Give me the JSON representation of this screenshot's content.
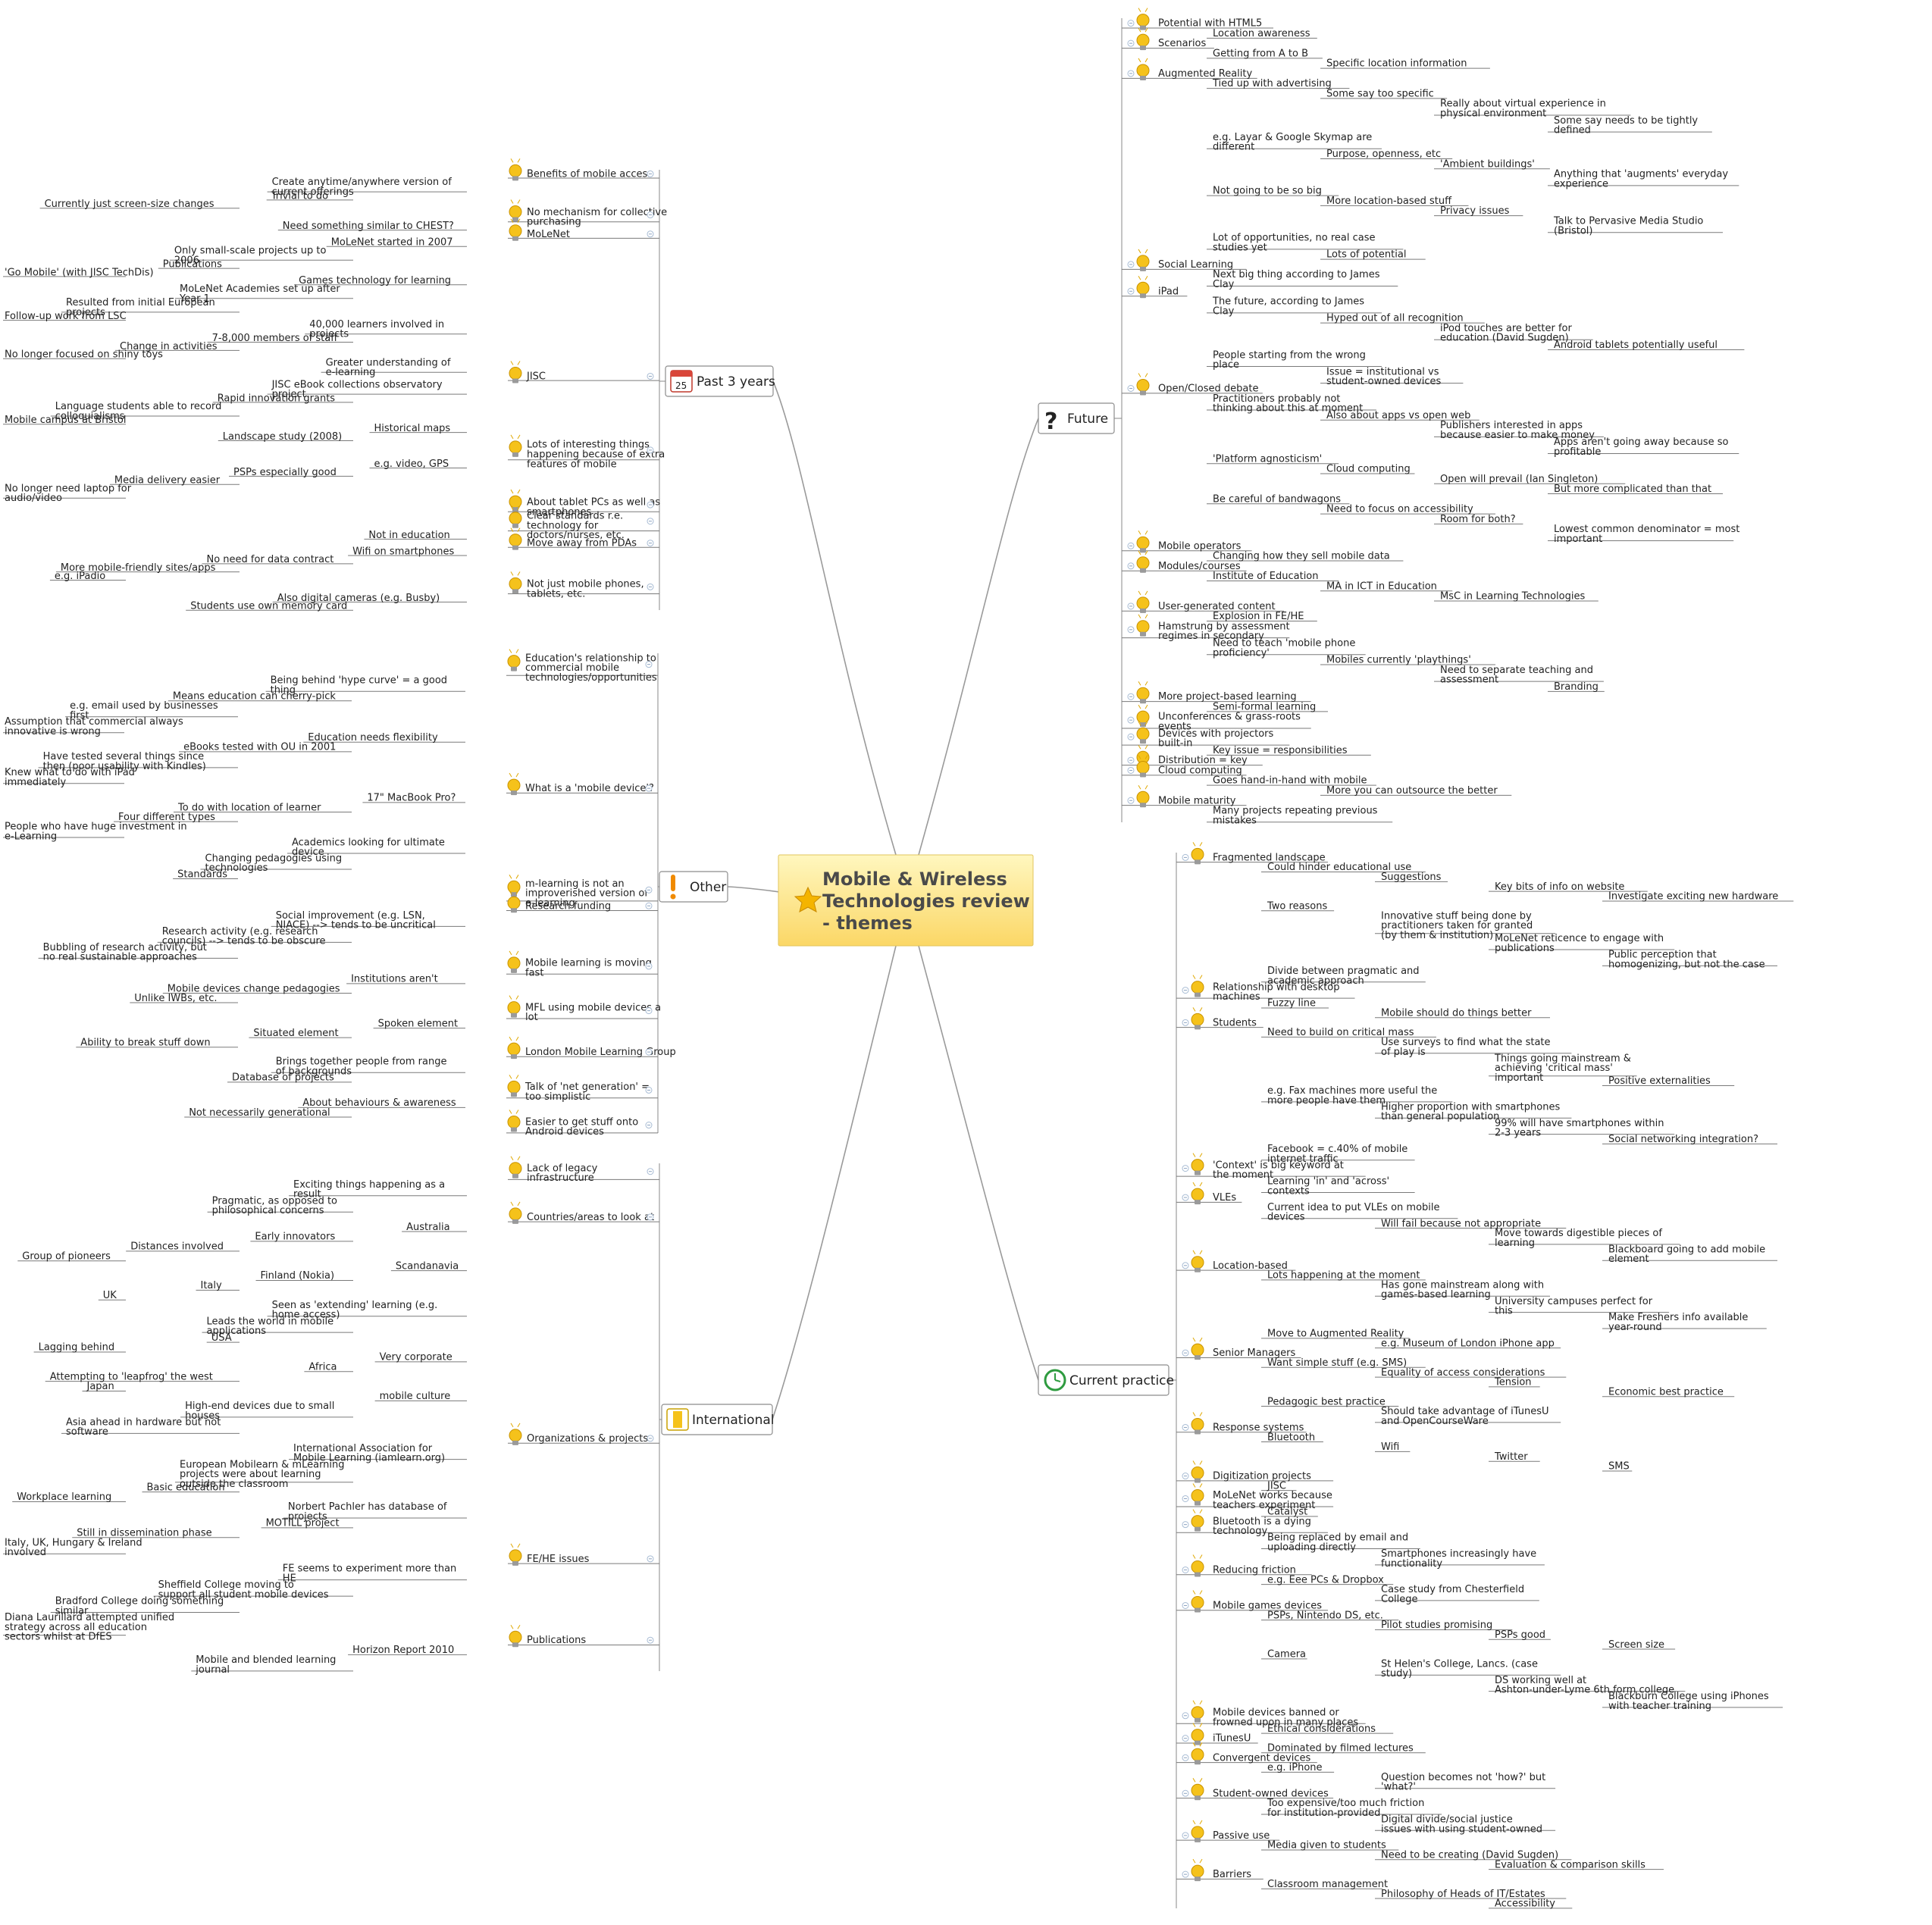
{
  "central": {
    "title_lines": [
      "Mobile & Wireless",
      "Technologies review",
      "- themes"
    ],
    "icon": "star-icon"
  },
  "colors": {
    "central_fill_top": "#fff6b8",
    "central_fill_bottom": "#fbd96a",
    "bulb": "#f5c21b",
    "line": "#9a9a9a"
  },
  "topics": [
    {
      "id": "past",
      "label": "Past 3 years",
      "icon": "calendar-icon"
    },
    {
      "id": "other",
      "label": "Other",
      "icon": "exclamation-icon"
    },
    {
      "id": "international",
      "label": "International",
      "icon": "flag-icon"
    },
    {
      "id": "future",
      "label": "Future",
      "icon": "question-icon"
    },
    {
      "id": "current",
      "label": "Current practice",
      "icon": "clock-icon"
    }
  ],
  "nodes": {
    "past": [
      {
        "t": "Benefits of mobile access",
        "b": 1
      },
      {
        "t": "Create anytime/anywhere version of current offerings"
      },
      {
        "t": "Trivial to do"
      },
      {
        "t": "Currently just screen-size changes"
      },
      {
        "t": "No mechanism for collective purchasing",
        "b": 1
      },
      {
        "t": "Need something similar to CHEST?"
      },
      {
        "t": "MoLeNet",
        "b": 1
      },
      {
        "t": "MoLeNet started in 2007"
      },
      {
        "t": "Only small-scale projects up to 2006"
      },
      {
        "t": "Publications"
      },
      {
        "t": "'Go Mobile' (with JISC TechDis)"
      },
      {
        "t": "Games technology for learning"
      },
      {
        "t": "MoLeNet Academies set up after Year 1"
      },
      {
        "t": "Resulted from initial European projects"
      },
      {
        "t": "Follow-up work from LSC"
      },
      {
        "t": "40,000 learners involved in projects"
      },
      {
        "t": "7-8,000 members of staff"
      },
      {
        "t": "Change in activities"
      },
      {
        "t": "No longer focused on shiny toys"
      },
      {
        "t": "Greater understanding of e-learning"
      },
      {
        "t": "JISC",
        "b": 1
      },
      {
        "t": "JISC eBook collections observatory project"
      },
      {
        "t": "Rapid innovation grants"
      },
      {
        "t": "Language students able to record colloquialisms"
      },
      {
        "t": "Mobile campus at Bristol"
      },
      {
        "t": "Historical maps"
      },
      {
        "t": "Landscape study (2008)"
      },
      {
        "t": "Lots of interesting things happening because of extra features of mobile",
        "b": 1
      },
      {
        "t": "e.g. video, GPS"
      },
      {
        "t": "PSPs especially good"
      },
      {
        "t": "Media delivery easier"
      },
      {
        "t": "No longer need laptop for audio/video"
      },
      {
        "t": "About tablet PCs as well as smartphones",
        "b": 1
      },
      {
        "t": "Clear standards r.e. technology for doctors/nurses, etc.",
        "b": 1
      },
      {
        "t": "Not in education"
      },
      {
        "t": "Move away from PDAs",
        "b": 1
      },
      {
        "t": "Wifi on smartphones"
      },
      {
        "t": "No need for data contract"
      },
      {
        "t": "More mobile-friendly sites/apps"
      },
      {
        "t": "e.g. iPadio"
      },
      {
        "t": "Not just mobile phones, tablets, etc.",
        "b": 1
      },
      {
        "t": "Also digital cameras (e.g. Busby)"
      },
      {
        "t": "Students use own memory card"
      }
    ],
    "other": [
      {
        "t": "Education's relationship to commercial mobile technologies/opportunities",
        "b": 1
      },
      {
        "t": "Being behind 'hype curve' = a good thing"
      },
      {
        "t": "Means education can cherry-pick"
      },
      {
        "t": "e.g. email used by businesses first"
      },
      {
        "t": "Assumption that commercial always innovative is wrong"
      },
      {
        "t": "Education needs flexibility"
      },
      {
        "t": "eBooks tested with OU in 2001"
      },
      {
        "t": "Have tested several things since then (poor usability with Kindles)"
      },
      {
        "t": "Knew what to do with iPad immediately"
      },
      {
        "t": "What is a 'mobile device'?",
        "b": 1
      },
      {
        "t": "17\" MacBook Pro?"
      },
      {
        "t": "To do with location of learner"
      },
      {
        "t": "Four different types"
      },
      {
        "t": "People who have huge investment in e-Learning"
      },
      {
        "t": "Academics looking for ultimate device"
      },
      {
        "t": "Changing pedagogies using technologies"
      },
      {
        "t": "Standards"
      },
      {
        "t": "m-learning is not an improverished version of e-learning",
        "b": 1
      },
      {
        "t": "Research funding",
        "b": 1
      },
      {
        "t": "Social improvement (e.g. LSN, NIACE) --> tends to be uncritical"
      },
      {
        "t": "Research activity (e.g. research councils) --> tends to be obscure"
      },
      {
        "t": "Bubbling of research activity, but no real sustainable approaches"
      },
      {
        "t": "Mobile learning is moving fast",
        "b": 1
      },
      {
        "t": "Institutions aren't"
      },
      {
        "t": "Mobile devices change pedagogies"
      },
      {
        "t": "Unlike IWBs, etc."
      },
      {
        "t": "MFL using mobile devices a lot",
        "b": 1
      },
      {
        "t": "Spoken element"
      },
      {
        "t": "Situated element"
      },
      {
        "t": "Ability to break stuff down"
      },
      {
        "t": "London Mobile Learning Group",
        "b": 1
      },
      {
        "t": "Brings together people from range of backgrounds"
      },
      {
        "t": "Database of projects"
      },
      {
        "t": "Talk of 'net generation' = too simplistic",
        "b": 1
      },
      {
        "t": "About behaviours & awareness"
      },
      {
        "t": "Not necessarily generational"
      },
      {
        "t": "Easier to get stuff onto Android devices",
        "b": 1
      }
    ],
    "international": [
      {
        "t": "Lack of legacy infrastructure",
        "b": 1
      },
      {
        "t": "Exciting things happening as a result"
      },
      {
        "t": "Pragmatic, as opposed to philosophical concerns"
      },
      {
        "t": "Countries/areas to look at",
        "b": 1
      },
      {
        "t": "Australia"
      },
      {
        "t": "Early innovators"
      },
      {
        "t": "Distances involved"
      },
      {
        "t": "Group of pioneers"
      },
      {
        "t": "Scandanavia"
      },
      {
        "t": "Finland (Nokia)"
      },
      {
        "t": "Italy"
      },
      {
        "t": "UK"
      },
      {
        "t": "Seen as 'extending' learning (e.g. home access)"
      },
      {
        "t": "Leads the world in mobile applications"
      },
      {
        "t": "USA"
      },
      {
        "t": "Lagging behind"
      },
      {
        "t": "Very corporate"
      },
      {
        "t": "Africa"
      },
      {
        "t": "Attempting to 'leapfrog' the west"
      },
      {
        "t": "Japan"
      },
      {
        "t": "mobile culture"
      },
      {
        "t": "High-end devices due to small houses"
      },
      {
        "t": "Asia ahead in hardware but not software"
      },
      {
        "t": "Organizations & projects",
        "b": 1
      },
      {
        "t": "International Association for Mobile Learning (iamlearn.org)"
      },
      {
        "t": "European Mobilearn & mLearning projects were about learning outside the classroom"
      },
      {
        "t": "Basic education"
      },
      {
        "t": "Workplace learning"
      },
      {
        "t": "Norbert Pachler has database of projects"
      },
      {
        "t": "MOTILL project"
      },
      {
        "t": "Still in dissemination phase"
      },
      {
        "t": "Italy, UK, Hungary & Ireland involved"
      },
      {
        "t": "FE/HE issues",
        "b": 1
      },
      {
        "t": "FE seems to experiment more than HE"
      },
      {
        "t": "Sheffield College moving to support all student mobile devices"
      },
      {
        "t": "Bradford College doing something similar"
      },
      {
        "t": "Diana Laurillard attempted unified strategy across all education sectors whilst at DfES"
      },
      {
        "t": "Publications",
        "b": 1
      },
      {
        "t": "Horizon Report 2010"
      },
      {
        "t": "Mobile and blended learning journal"
      }
    ],
    "future": [
      {
        "t": "Potential with HTML5",
        "b": 1
      },
      {
        "t": "Location awareness"
      },
      {
        "t": "Scenarios",
        "b": 1
      },
      {
        "t": "Getting from A to B"
      },
      {
        "t": "Specific location information"
      },
      {
        "t": "Augmented Reality",
        "b": 1
      },
      {
        "t": "Tied up with advertising"
      },
      {
        "t": "Some say too specific"
      },
      {
        "t": "Really about virtual experience in physical environment"
      },
      {
        "t": "Some say needs to be tightly defined"
      },
      {
        "t": "e.g. Layar & Google Skymap are different"
      },
      {
        "t": "Purpose, openness, etc"
      },
      {
        "t": "'Ambient buildings'"
      },
      {
        "t": "Anything that 'augments' everyday experience"
      },
      {
        "t": "Not going to be so big"
      },
      {
        "t": "More location-based stuff"
      },
      {
        "t": "Privacy issues"
      },
      {
        "t": "Talk to Pervasive Media Studio (Bristol)"
      },
      {
        "t": "Lot of opportunities, no real case studies yet"
      },
      {
        "t": "Lots of potential"
      },
      {
        "t": "Social Learning",
        "b": 1
      },
      {
        "t": "Next big thing according to James Clay"
      },
      {
        "t": "iPad",
        "b": 1
      },
      {
        "t": "The future, according to James Clay"
      },
      {
        "t": "Hyped out of all recognition"
      },
      {
        "t": "iPod touches are better for education (David Sugden)"
      },
      {
        "t": "Android tablets potentially useful"
      },
      {
        "t": "People starting from the wrong place"
      },
      {
        "t": "Issue = institutional vs student-owned devices"
      },
      {
        "t": "Open/Closed debate",
        "b": 1
      },
      {
        "t": "Practitioners probably not thinking about this at moment"
      },
      {
        "t": "Also about apps vs open web"
      },
      {
        "t": "Publishers interested in apps because easier to make money"
      },
      {
        "t": "Apps aren't going away because so profitable"
      },
      {
        "t": "'Platform agnosticism'"
      },
      {
        "t": "Cloud computing"
      },
      {
        "t": "Open will prevail (Ian Singleton)"
      },
      {
        "t": "But more complicated than that"
      },
      {
        "t": "Be careful of bandwagons"
      },
      {
        "t": "Need to focus on accessibility"
      },
      {
        "t": "Room for both?"
      },
      {
        "t": "Lowest common denominator = most important"
      },
      {
        "t": "Mobile operators",
        "b": 1
      },
      {
        "t": "Changing how they sell mobile data"
      },
      {
        "t": "Modules/courses",
        "b": 1
      },
      {
        "t": "Institute of Education"
      },
      {
        "t": "MA in ICT in Education"
      },
      {
        "t": "MsC in Learning Technologies"
      },
      {
        "t": "User-generated content",
        "b": 1
      },
      {
        "t": "Explosion in FE/HE"
      },
      {
        "t": "Hamstrung by assessment regimes in secondary",
        "b": 1
      },
      {
        "t": "Need to teach 'mobile phone proficiency'"
      },
      {
        "t": "Mobiles currently 'playthings'"
      },
      {
        "t": "Need to separate teaching and assessment"
      },
      {
        "t": "Branding"
      },
      {
        "t": "More project-based learning",
        "b": 1
      },
      {
        "t": "Semi-formal learning"
      },
      {
        "t": "Unconferences & grass-roots events",
        "b": 1
      },
      {
        "t": "Devices with projectors built-in",
        "b": 1
      },
      {
        "t": "Key issue = responsibilities"
      },
      {
        "t": "Distribution = key",
        "b": 1
      },
      {
        "t": "Cloud computing",
        "b": 1
      },
      {
        "t": "Goes hand-in-hand with mobile"
      },
      {
        "t": "More you can outsource the better"
      },
      {
        "t": "Mobile maturity",
        "b": 1
      },
      {
        "t": "Many projects repeating previous mistakes"
      }
    ],
    "current": [
      {
        "t": "Fragmented landscape",
        "b": 1
      },
      {
        "t": "Could hinder educational use"
      },
      {
        "t": "Suggestions"
      },
      {
        "t": "Key bits of info on website"
      },
      {
        "t": "Investigate exciting new hardware"
      },
      {
        "t": "Two reasons"
      },
      {
        "t": "Innovative stuff being done by practitioners taken for granted (by them & institution)"
      },
      {
        "t": "MoLeNet reticence to engage with publications"
      },
      {
        "t": "Public perception that homogenizing, but not the case"
      },
      {
        "t": "Divide between pragmatic and academic approach"
      },
      {
        "t": "Relationship with desktop machines",
        "b": 1
      },
      {
        "t": "Fuzzy line"
      },
      {
        "t": "Mobile should do things better"
      },
      {
        "t": "Students",
        "b": 1
      },
      {
        "t": "Need to build on critical mass"
      },
      {
        "t": "Use surveys to find what the state of play is"
      },
      {
        "t": "Things going mainstream & achieving 'critical mass' important"
      },
      {
        "t": "Positive externalities"
      },
      {
        "t": "e.g. Fax machines more useful the more people have them"
      },
      {
        "t": "Higher proportion with smartphones than general population"
      },
      {
        "t": "99% will have smartphones within 2-3 years"
      },
      {
        "t": "Social networking integration?"
      },
      {
        "t": "Facebook = c.40% of mobile internet traffic"
      },
      {
        "t": "'Context' is big keyword at the moment",
        "b": 1
      },
      {
        "t": "Learning 'in' and 'across' contexts"
      },
      {
        "t": "VLEs",
        "b": 1
      },
      {
        "t": "Current idea to put VLEs on mobile devices"
      },
      {
        "t": "Will fail because not appropriate"
      },
      {
        "t": "Move towards digestible pieces of learning"
      },
      {
        "t": "Blackboard going to add mobile element"
      },
      {
        "t": "Location-based",
        "b": 1
      },
      {
        "t": "Lots happening at the moment"
      },
      {
        "t": "Has gone mainstream along with games-based learning"
      },
      {
        "t": "University campuses perfect for this"
      },
      {
        "t": "Make Freshers info available year-round"
      },
      {
        "t": "Move to Augmented Reality"
      },
      {
        "t": "e.g. Museum of London iPhone app"
      },
      {
        "t": "Senior Managers",
        "b": 1
      },
      {
        "t": "Want simple stuff (e.g. SMS)"
      },
      {
        "t": "Equality of access considerations"
      },
      {
        "t": "Tension"
      },
      {
        "t": "Economic best practice"
      },
      {
        "t": "Pedagogic best practice"
      },
      {
        "t": "Should take advantage of iTunesU and OpenCourseWare"
      },
      {
        "t": "Response systems",
        "b": 1
      },
      {
        "t": "Bluetooth"
      },
      {
        "t": "Wifi"
      },
      {
        "t": "Twitter"
      },
      {
        "t": "SMS"
      },
      {
        "t": "Digitization projects",
        "b": 1
      },
      {
        "t": "JISC"
      },
      {
        "t": "MoLeNet works because teachers experiment",
        "b": 1
      },
      {
        "t": "Catalyst"
      },
      {
        "t": "Bluetooth is a dying technology",
        "b": 1
      },
      {
        "t": "Being replaced by email and uploading directly"
      },
      {
        "t": "Smartphones increasingly have functionality"
      },
      {
        "t": "Reducing friction",
        "b": 1
      },
      {
        "t": "e.g. Eee PCs & Dropbox"
      },
      {
        "t": "Case study from Chesterfield College"
      },
      {
        "t": "Mobile games devices",
        "b": 1
      },
      {
        "t": "PSPs, Nintendo DS, etc."
      },
      {
        "t": "Pilot studies promising"
      },
      {
        "t": "PSPs good"
      },
      {
        "t": "Screen size"
      },
      {
        "t": "Camera"
      },
      {
        "t": "St Helen's College, Lancs. (case study)"
      },
      {
        "t": "DS working well at Ashton-under-Lyme 6th form college"
      },
      {
        "t": "Blackburn College using iPhones with teacher training"
      },
      {
        "t": "Mobile devices banned or frowned upon in many places",
        "b": 1
      },
      {
        "t": "Ethical considerations"
      },
      {
        "t": "iTunesU",
        "b": 1
      },
      {
        "t": "Dominated by filmed lectures"
      },
      {
        "t": "Convergent devices",
        "b": 1
      },
      {
        "t": "e.g. iPhone"
      },
      {
        "t": "Question becomes not 'how?' but 'what?'"
      },
      {
        "t": "Student-owned devices",
        "b": 1
      },
      {
        "t": "Too expensive/too much friction for institution-provided"
      },
      {
        "t": "Digital divide/social justice issues with using student-owned"
      },
      {
        "t": "Passive use",
        "b": 1
      },
      {
        "t": "Media given to students"
      },
      {
        "t": "Need to be creating (David Sugden)"
      },
      {
        "t": "Evaluation & comparison skills"
      },
      {
        "t": "Barriers",
        "b": 1
      },
      {
        "t": "Classroom management"
      },
      {
        "t": "Philosophy of Heads of IT/Estates"
      },
      {
        "t": "Accessibility"
      }
    ]
  }
}
